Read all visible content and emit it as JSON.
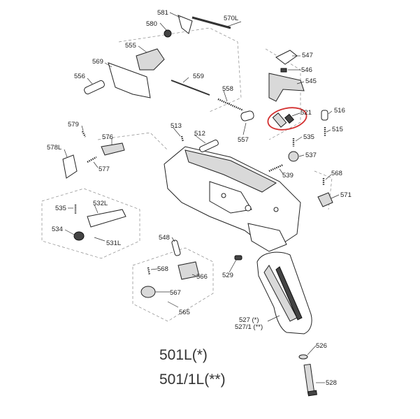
{
  "diagram": {
    "labels": {
      "p581": "581",
      "p580": "580",
      "p570L": "570L",
      "p555": "555",
      "p569": "569",
      "p556": "556",
      "p559": "559",
      "p547": "547",
      "p546": "546",
      "p545": "545",
      "p558": "558",
      "p521": "521",
      "p516": "516",
      "p515": "515",
      "p557": "557",
      "p535a": "535",
      "p579": "579",
      "p576": "576",
      "p513": "513",
      "p512": "512",
      "p578L": "578L",
      "p577": "577",
      "p537": "537",
      "p539": "539",
      "p568a": "568",
      "p571": "571",
      "p535b": "535",
      "p532L": "532L",
      "p534": "534",
      "p531L": "531L",
      "p548": "548",
      "p568b": "568",
      "p566": "566",
      "p567": "567",
      "p565": "565",
      "p529": "529",
      "p527a": "527 (*)",
      "p527b": "527/1 (**)",
      "p526": "526",
      "p528": "528"
    },
    "model_lines": [
      "501L(*)",
      "501/1L(**)"
    ],
    "highlight_color": "#d32f2f"
  }
}
